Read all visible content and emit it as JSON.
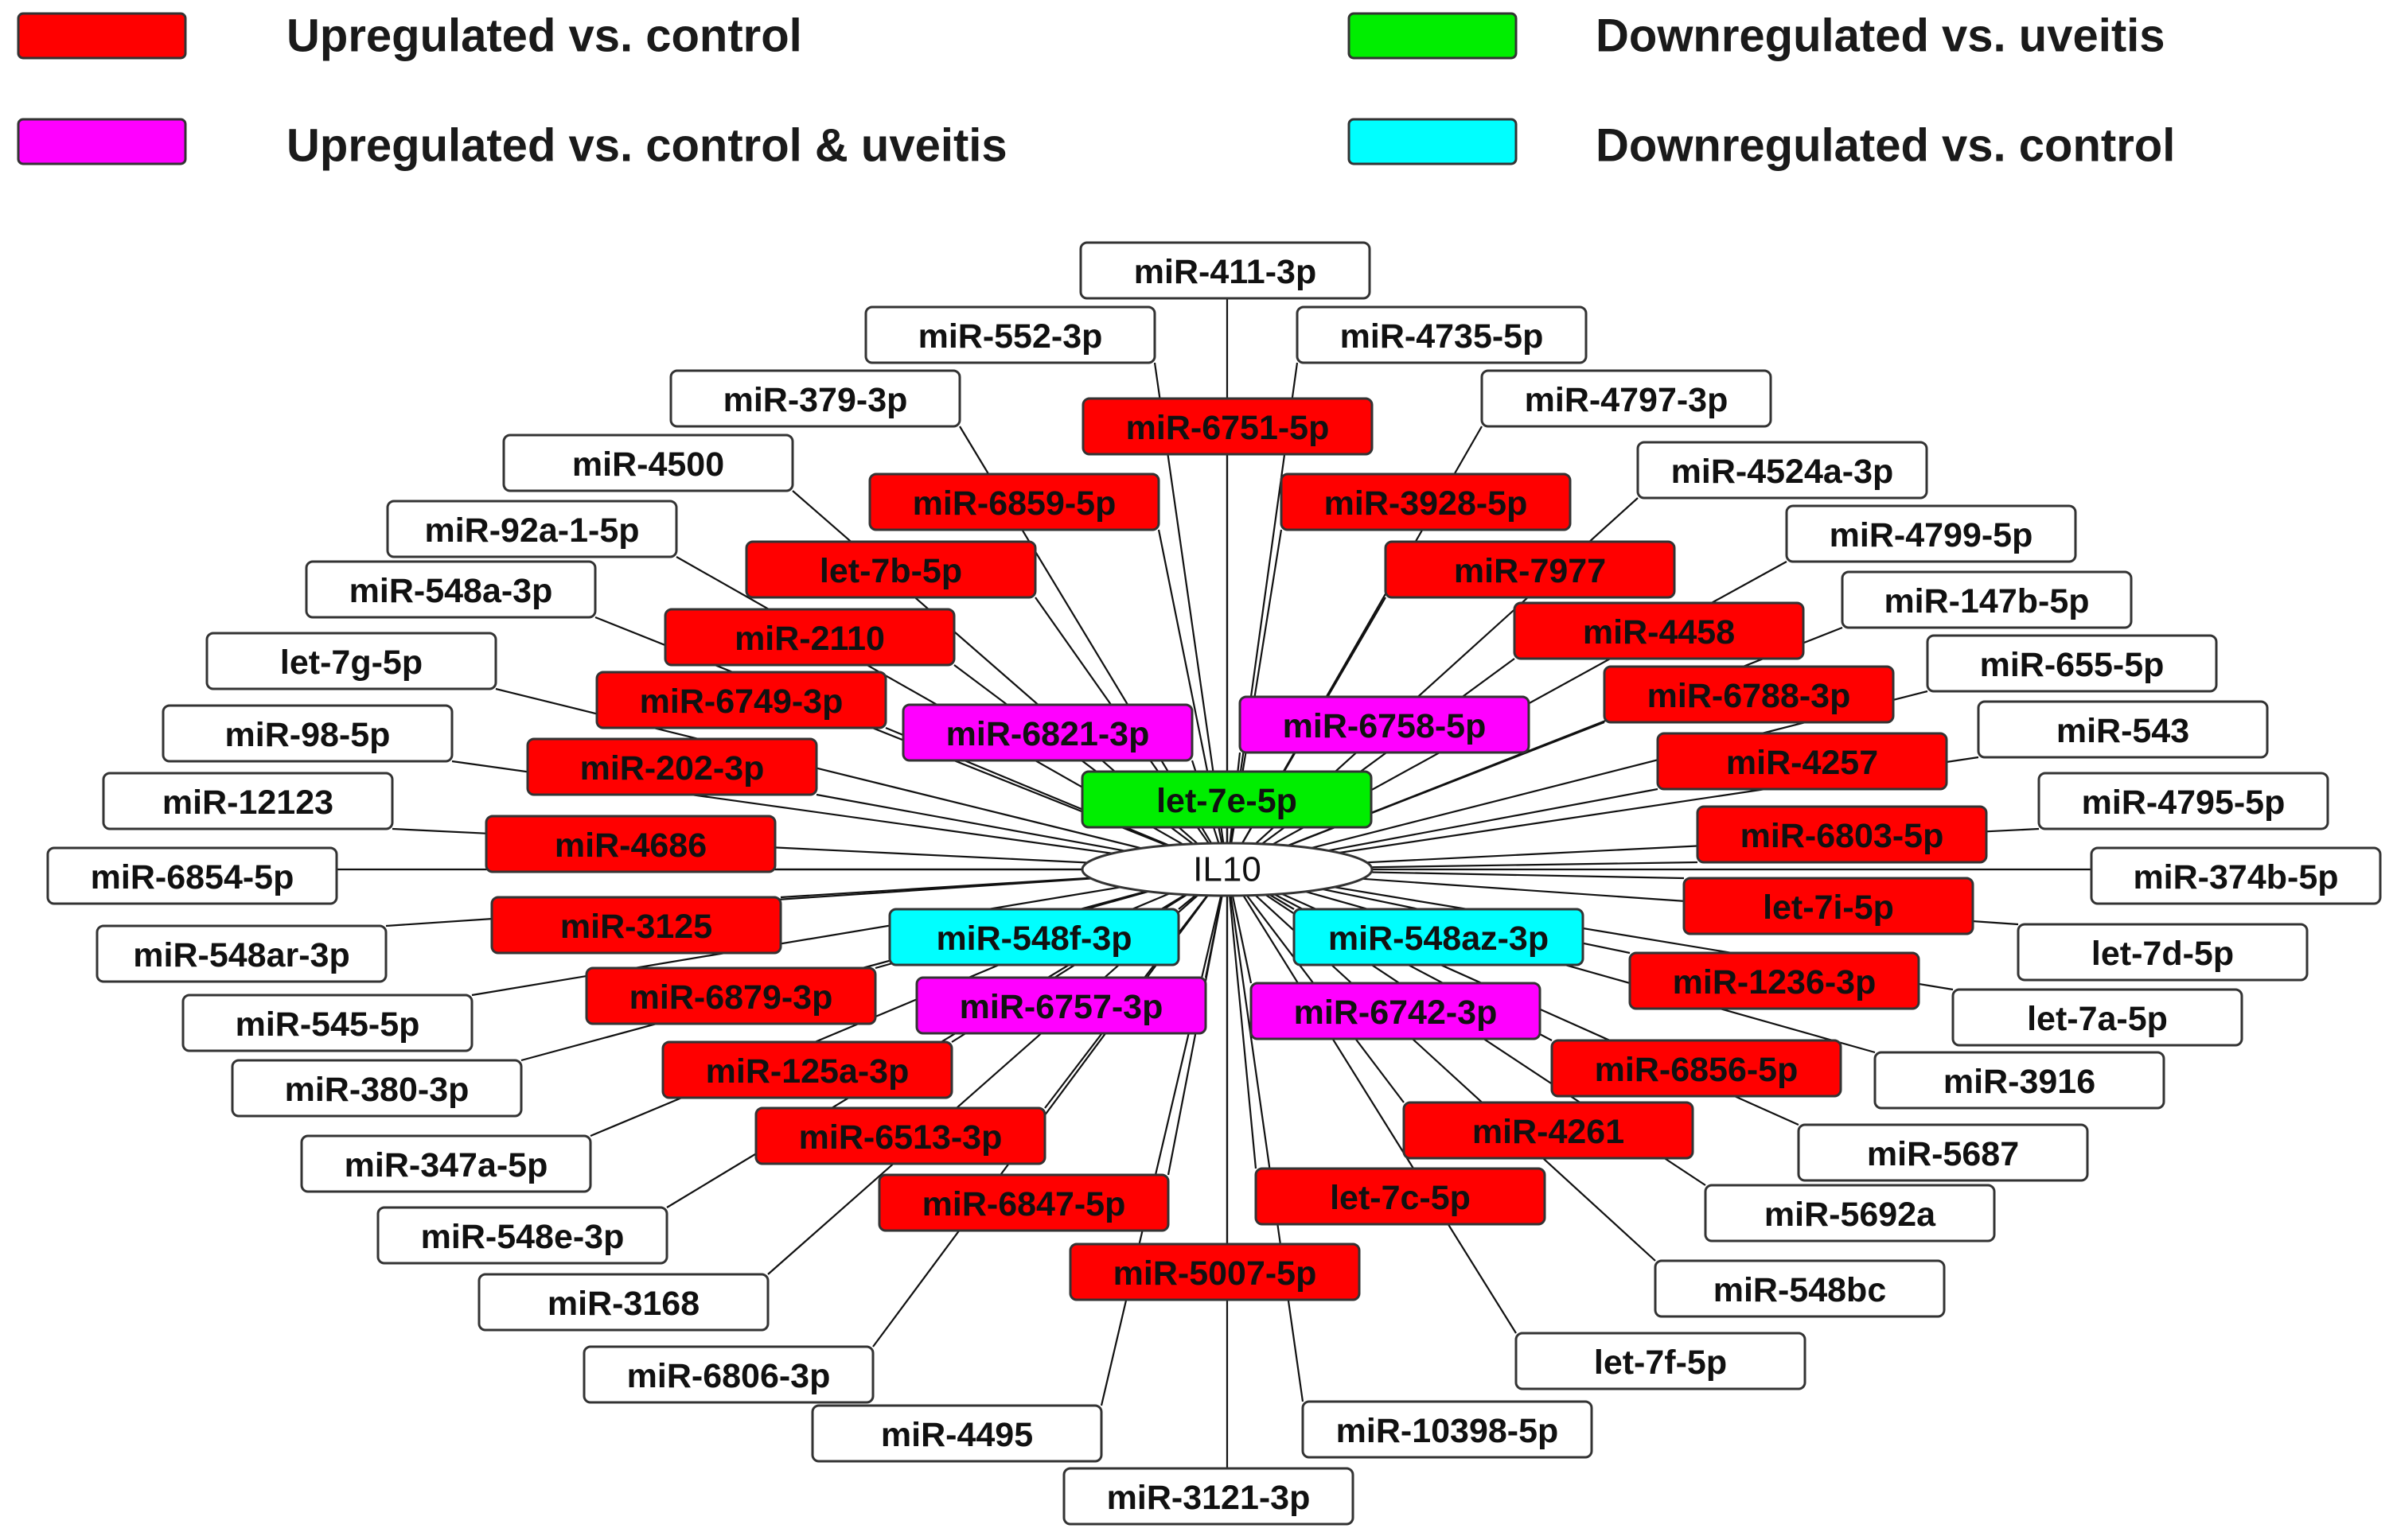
{
  "colors": {
    "upregulated_vs_control": "#ff0000",
    "upregulated_vs_control_uveitis": "#ff00ff",
    "downregulated_vs_uveitis": "#00ee00",
    "downregulated_vs_control": "#00ffff",
    "unchanged": "#ffffff",
    "edge": "#111111",
    "border": "#333333"
  },
  "legend": [
    {
      "label": "Upregulated vs. control",
      "category": "up_control"
    },
    {
      "label": "Upregulated vs. control & uveitis",
      "category": "up_control_uveitis"
    },
    {
      "label": "Downregulated vs. uveitis",
      "category": "down_uveitis"
    },
    {
      "label": "Downregulated vs. control",
      "category": "down_control"
    }
  ],
  "hub": {
    "label": "IL10"
  },
  "nodes": [
    {
      "label": "miR-411-3p",
      "category": "none"
    },
    {
      "label": "miR-552-3p",
      "category": "none"
    },
    {
      "label": "miR-4735-5p",
      "category": "none"
    },
    {
      "label": "miR-379-3p",
      "category": "none"
    },
    {
      "label": "miR-4797-3p",
      "category": "none"
    },
    {
      "label": "miR-6751-5p",
      "category": "up_control"
    },
    {
      "label": "miR-4500",
      "category": "none"
    },
    {
      "label": "miR-4524a-3p",
      "category": "none"
    },
    {
      "label": "miR-6859-5p",
      "category": "up_control"
    },
    {
      "label": "miR-3928-5p",
      "category": "up_control"
    },
    {
      "label": "miR-92a-1-5p",
      "category": "none"
    },
    {
      "label": "miR-4799-5p",
      "category": "none"
    },
    {
      "label": "let-7b-5p",
      "category": "up_control"
    },
    {
      "label": "miR-7977",
      "category": "up_control"
    },
    {
      "label": "miR-548a-3p",
      "category": "none"
    },
    {
      "label": "miR-147b-5p",
      "category": "none"
    },
    {
      "label": "miR-2110",
      "category": "up_control"
    },
    {
      "label": "miR-4458",
      "category": "up_control"
    },
    {
      "label": "let-7g-5p",
      "category": "none"
    },
    {
      "label": "miR-655-5p",
      "category": "none"
    },
    {
      "label": "miR-6749-3p",
      "category": "up_control"
    },
    {
      "label": "miR-6788-3p",
      "category": "up_control"
    },
    {
      "label": "miR-6821-3p",
      "category": "up_control_uveitis"
    },
    {
      "label": "miR-6758-5p",
      "category": "up_control_uveitis"
    },
    {
      "label": "miR-98-5p",
      "category": "none"
    },
    {
      "label": "miR-543",
      "category": "none"
    },
    {
      "label": "miR-202-3p",
      "category": "up_control"
    },
    {
      "label": "miR-4257",
      "category": "up_control"
    },
    {
      "label": "let-7e-5p",
      "category": "down_uveitis"
    },
    {
      "label": "miR-12123",
      "category": "none"
    },
    {
      "label": "miR-4795-5p",
      "category": "none"
    },
    {
      "label": "miR-4686",
      "category": "up_control"
    },
    {
      "label": "miR-6803-5p",
      "category": "up_control"
    },
    {
      "label": "miR-6854-5p",
      "category": "none"
    },
    {
      "label": "miR-374b-5p",
      "category": "none"
    },
    {
      "label": "miR-3125",
      "category": "up_control"
    },
    {
      "label": "let-7i-5p",
      "category": "up_control"
    },
    {
      "label": "miR-548f-3p",
      "category": "down_control"
    },
    {
      "label": "miR-548az-3p",
      "category": "down_control"
    },
    {
      "label": "miR-548ar-3p",
      "category": "none"
    },
    {
      "label": "let-7d-5p",
      "category": "none"
    },
    {
      "label": "miR-1236-3p",
      "category": "up_control"
    },
    {
      "label": "miR-6879-3p",
      "category": "up_control"
    },
    {
      "label": "miR-6757-3p",
      "category": "up_control_uveitis"
    },
    {
      "label": "miR-6742-3p",
      "category": "up_control_uveitis"
    },
    {
      "label": "miR-545-5p",
      "category": "none"
    },
    {
      "label": "let-7a-5p",
      "category": "none"
    },
    {
      "label": "miR-125a-3p",
      "category": "up_control"
    },
    {
      "label": "miR-6856-5p",
      "category": "up_control"
    },
    {
      "label": "miR-380-3p",
      "category": "none"
    },
    {
      "label": "miR-3916",
      "category": "none"
    },
    {
      "label": "miR-6513-3p",
      "category": "up_control"
    },
    {
      "label": "miR-4261",
      "category": "up_control"
    },
    {
      "label": "miR-347a-5p",
      "category": "none"
    },
    {
      "label": "miR-5687",
      "category": "none"
    },
    {
      "label": "miR-6847-5p",
      "category": "up_control"
    },
    {
      "label": "let-7c-5p",
      "category": "up_control"
    },
    {
      "label": "miR-548e-3p",
      "category": "none"
    },
    {
      "label": "miR-5692a",
      "category": "none"
    },
    {
      "label": "miR-5007-5p",
      "category": "up_control"
    },
    {
      "label": "miR-3168",
      "category": "none"
    },
    {
      "label": "miR-548bc",
      "category": "none"
    },
    {
      "label": "miR-6806-3p",
      "category": "none"
    },
    {
      "label": "let-7f-5p",
      "category": "none"
    },
    {
      "label": "miR-4495",
      "category": "none"
    },
    {
      "label": "miR-10398-5p",
      "category": "none"
    },
    {
      "label": "miR-3121-3p",
      "category": "none"
    }
  ]
}
